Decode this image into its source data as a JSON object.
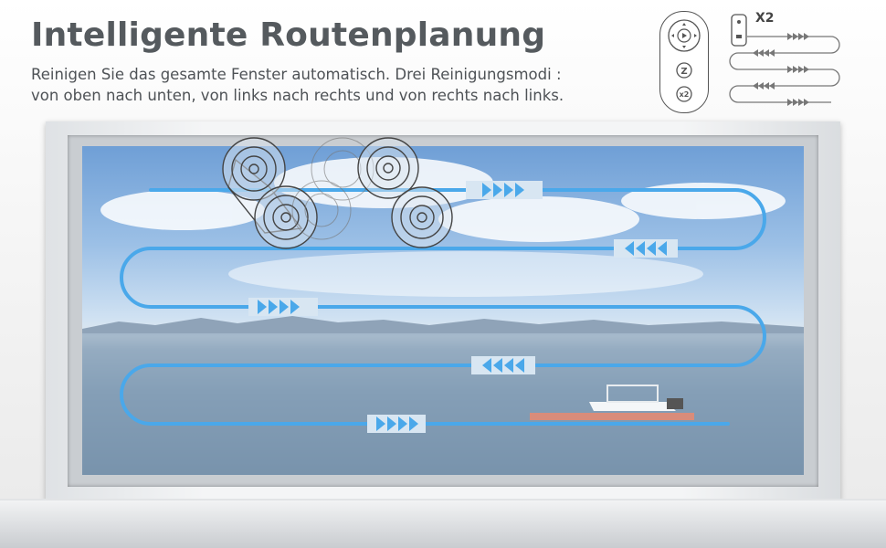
{
  "header": {
    "title": "Intelligente Routenplanung",
    "subtitle_line1": "Reinigen Sie das gesamte Fenster automatisch. Drei Reinigungsmodi :",
    "subtitle_line2": "von oben nach unten, von links nach rechts und von rechts nach links."
  },
  "remote": {
    "button_play_icon": "play-pause-icon",
    "button_z_label": "Z",
    "button_x2_label": "x2"
  },
  "mode_legend": {
    "label": "X2",
    "icon": "robot-icon"
  },
  "colors": {
    "path": "#4aa8ea",
    "arrow_light": "#a9d3f5"
  }
}
